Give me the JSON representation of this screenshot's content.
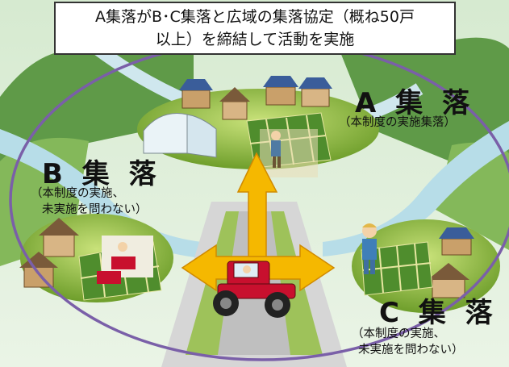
{
  "title": {
    "line1": "A集落がB･C集落と広域の集落協定（概ね50戸",
    "line2": "以上）を締結して活動を実施"
  },
  "villages": {
    "a": {
      "name": "A 集 落",
      "note": "（本制度の実施集落）"
    },
    "b": {
      "name": "B 集 落",
      "note_line1": "（本制度の実施、",
      "note_line2": "未実施を問わない）"
    },
    "c": {
      "name": "C 集 落",
      "note_line1": "（本制度の実施、",
      "note_line2": "未実施を問わない）"
    }
  },
  "colors": {
    "arrow": "#f5b800",
    "ellipse": "#7a5fa8",
    "island": "#9bc53d",
    "road": "#cfcfcf",
    "tractor": "#c8102e"
  }
}
